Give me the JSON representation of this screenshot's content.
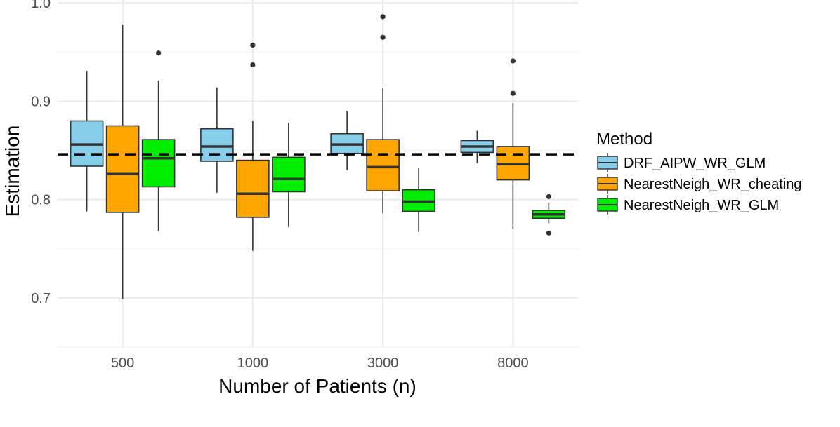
{
  "chart_data": {
    "type": "boxplot",
    "xlabel": "Number of Patients (n)",
    "ylabel": "Estimation",
    "ylim": [
      0.65,
      1.0
    ],
    "yticks": [
      "0.7",
      "0.8",
      "0.9",
      "1.0"
    ],
    "ytick_values": [
      0.7,
      0.8,
      0.9,
      1.0
    ],
    "categories": [
      "500",
      "1000",
      "3000",
      "8000"
    ],
    "reference_line": {
      "y": 0.846,
      "style": "dashed",
      "color": "#000000"
    },
    "grid": true,
    "legend": {
      "title": "Method",
      "position": "right"
    },
    "series": [
      {
        "name": "DRF_AIPW_WR_GLM",
        "color": "#87CEEB",
        "boxes": [
          {
            "min": 0.788,
            "q1": 0.834,
            "median": 0.856,
            "q3": 0.88,
            "max": 0.931,
            "outliers": []
          },
          {
            "min": 0.807,
            "q1": 0.839,
            "median": 0.854,
            "q3": 0.872,
            "max": 0.914,
            "outliers": []
          },
          {
            "min": 0.83,
            "q1": 0.847,
            "median": 0.856,
            "q3": 0.867,
            "max": 0.89,
            "outliers": []
          },
          {
            "min": 0.837,
            "q1": 0.848,
            "median": 0.854,
            "q3": 0.86,
            "max": 0.87,
            "outliers": []
          }
        ]
      },
      {
        "name": "NearestNeigh_WR_cheating",
        "color": "#FFA500",
        "boxes": [
          {
            "min": 0.699,
            "q1": 0.787,
            "median": 0.826,
            "q3": 0.875,
            "max": 0.978,
            "outliers": []
          },
          {
            "min": 0.748,
            "q1": 0.782,
            "median": 0.806,
            "q3": 0.84,
            "max": 0.88,
            "outliers": [
              0.937,
              0.957
            ]
          },
          {
            "min": 0.786,
            "q1": 0.809,
            "median": 0.833,
            "q3": 0.861,
            "max": 0.913,
            "outliers": [
              0.965,
              0.986
            ]
          },
          {
            "min": 0.77,
            "q1": 0.82,
            "median": 0.836,
            "q3": 0.854,
            "max": 0.898,
            "outliers": [
              0.908,
              0.941
            ]
          }
        ]
      },
      {
        "name": "NearestNeigh_WR_GLM",
        "color": "#00EE00",
        "boxes": [
          {
            "min": 0.768,
            "q1": 0.813,
            "median": 0.842,
            "q3": 0.861,
            "max": 0.921,
            "outliers": [
              0.949
            ]
          },
          {
            "min": 0.772,
            "q1": 0.808,
            "median": 0.821,
            "q3": 0.843,
            "max": 0.878,
            "outliers": []
          },
          {
            "min": 0.767,
            "q1": 0.788,
            "median": 0.798,
            "q3": 0.81,
            "max": 0.832,
            "outliers": []
          },
          {
            "min": 0.776,
            "q1": 0.781,
            "median": 0.785,
            "q3": 0.789,
            "max": 0.797,
            "outliers": [
              0.766,
              0.803
            ]
          }
        ]
      }
    ]
  }
}
